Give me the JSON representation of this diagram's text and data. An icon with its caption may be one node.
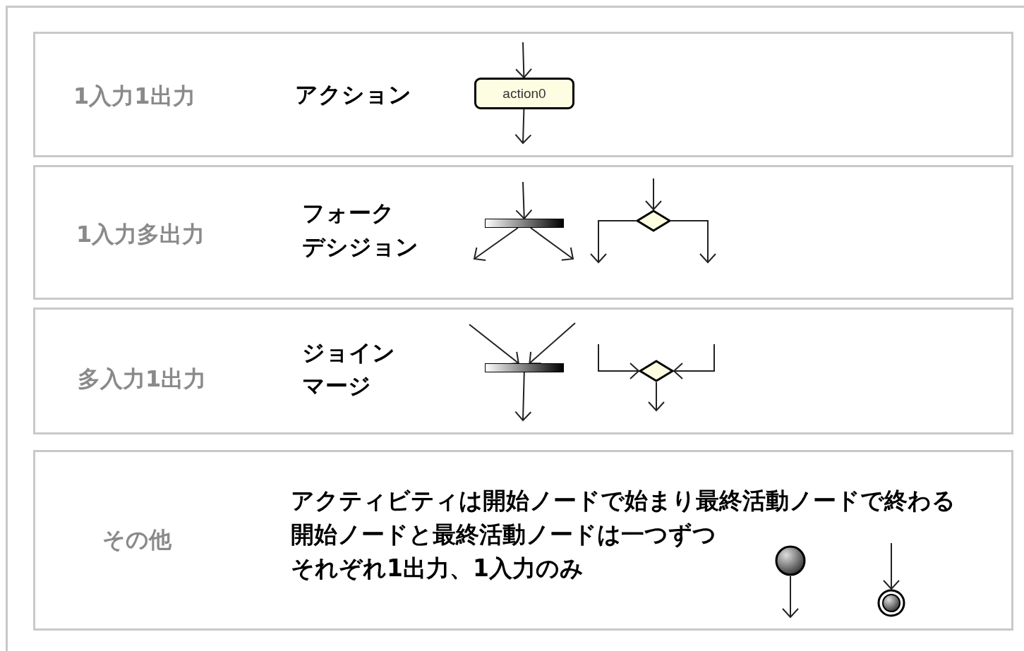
{
  "diagram": {
    "nodes": [
      {
        "text": [
          "1入力1出力",
          "アクション"
        ]
      },
      {
        "text": [
          "action0"
        ],
        "in": 0
      },
      {
        "text": [
          "1入力多出力",
          "フォーク",
          "デシジョン"
        ]
      },
      {
        "text": [],
        "shape": "bar",
        "in": 2
      },
      {
        "text": [],
        "shape": "diamond",
        "in": 2
      },
      {
        "text": [
          "多入力1出力",
          "ジョイン",
          "マージ"
        ]
      },
      {
        "text": [],
        "shape": "bar",
        "in": 5
      },
      {
        "text": [],
        "shape": "diamond",
        "in": 5
      },
      {
        "text": [
          "その他",
          "アクティビティは開始ノードで始まり最終活動ノードで終わる",
          "開始ノードと最終活動ノードは一つずつ",
          "それぞれ1出力、1入力のみ"
        ]
      },
      {
        "text": [],
        "shape": "circle",
        "in": 8
      },
      {
        "text": [],
        "shape": "circle",
        "in": 8
      }
    ],
    "edges": [
      {
        "from": null,
        "to": 1,
        "arrow": "to"
      },
      {
        "from": 1,
        "to": null,
        "arrow": "to"
      },
      {
        "from": null,
        "to": 3,
        "arrow": "to"
      },
      {
        "from": 3,
        "to": null,
        "arrow": "to"
      },
      {
        "from": 3,
        "to": null,
        "arrow": "to"
      },
      {
        "from": null,
        "to": 4,
        "arrow": "to"
      },
      {
        "from": 4,
        "to": null,
        "arrow": "to"
      },
      {
        "from": 4,
        "to": null,
        "arrow": "to"
      },
      {
        "from": null,
        "to": 6,
        "arrow": "to"
      },
      {
        "from": null,
        "to": 6,
        "arrow": "to"
      },
      {
        "from": 6,
        "to": null,
        "arrow": "to"
      },
      {
        "from": null,
        "to": 7,
        "arrow": "to"
      },
      {
        "from": null,
        "to": 7,
        "arrow": "to"
      },
      {
        "from": 7,
        "to": null,
        "arrow": "to"
      },
      {
        "from": 9,
        "to": null,
        "arrow": "to"
      },
      {
        "from": null,
        "to": 10,
        "arrow": "to"
      }
    ]
  }
}
